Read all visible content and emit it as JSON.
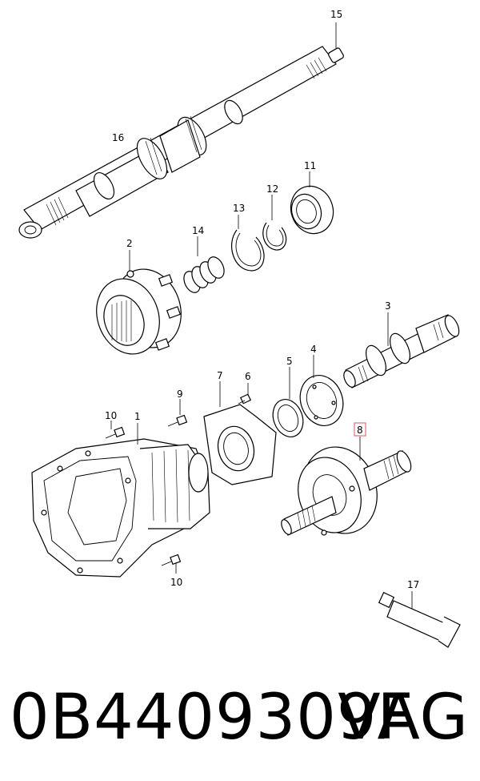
{
  "callouts": {
    "c1": "1",
    "c2": "2",
    "c3": "3",
    "c4": "4",
    "c5": "5",
    "c6": "6",
    "c7": "7",
    "c8": "8",
    "c9": "9",
    "c10a": "10",
    "c10b": "10",
    "c11": "11",
    "c12": "12",
    "c13": "13",
    "c14": "14",
    "c15": "15",
    "c16": "16",
    "c17": "17"
  },
  "highlight_color": "#e0707a",
  "footer": {
    "part_number": "0B4409309F",
    "brand": "VAG"
  }
}
